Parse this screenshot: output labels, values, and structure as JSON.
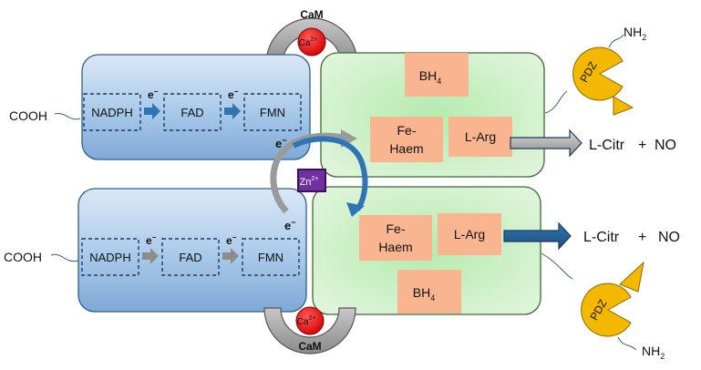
{
  "top": {
    "cam": "CaM",
    "ca": "Ca",
    "ca_sup": "2+",
    "cooh": "COOH",
    "nadph": "NADPH",
    "fad": "FAD",
    "fmn": "FMN",
    "electron": "e",
    "electron_sup": "−",
    "bh4": "BH",
    "bh4_sub": "4",
    "fe": "Fe-",
    "haem": "Haem",
    "larg": "L-Arg",
    "pdz": "PDZ",
    "nh2": "NH",
    "nh2_sub": "2",
    "product_citr": "L-Citr",
    "product_plus": "+",
    "product_no": "NO"
  },
  "center": {
    "zn": "Zn",
    "zn_sup": "2+",
    "electron_top": "e",
    "electron_top_sup": "−",
    "electron_bottom": "e",
    "electron_bottom_sup": "−"
  },
  "bottom": {
    "cam": "CaM",
    "ca": "Ca",
    "ca_sup": "2+",
    "cooh": "COOH",
    "nadph": "NADPH",
    "fad": "FAD",
    "fmn": "FMN",
    "electron": "e",
    "electron_sup": "−",
    "bh4": "BH",
    "bh4_sub": "4",
    "fe": "Fe-",
    "haem": "Haem",
    "larg": "L-Arg",
    "pdz": "PDZ",
    "nh2": "NH",
    "nh2_sub": "2",
    "product_citr": "L-Citr",
    "product_plus": "+",
    "product_no": "NO"
  },
  "colors": {
    "reductase_fill": "#9dc3e6",
    "oxygenase_fill": "#c9ecc4",
    "box_fill": "#f8b58f",
    "pdz_fill": "#f5b800",
    "calcium": "#e00000",
    "zinc": "#7030a0",
    "arrow_blue": "#1f4e79",
    "arrow_grey": "#8c8c8c"
  }
}
